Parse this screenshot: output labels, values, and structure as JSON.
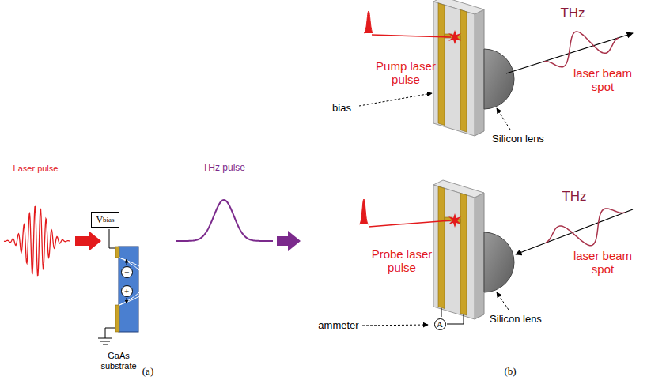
{
  "diagram": {
    "nodes": [
      {
        "text": [
          "V",
          "bias"
        ]
      },
      {
        "text": [
          "−"
        ]
      },
      {
        "text": [
          "+"
        ]
      },
      {
        "text": [
          "A"
        ]
      }
    ],
    "labels": [
      "Laser pulse",
      "THz pulse",
      "GaAs substrate",
      "(a)",
      "THz",
      "Pump laser pulse",
      "bias",
      "Silicon lens",
      "laser beam spot",
      "THz",
      "Probe laser pulse",
      "ammeter",
      "Silicon lens",
      "laser beam spot",
      "(b)"
    ]
  }
}
